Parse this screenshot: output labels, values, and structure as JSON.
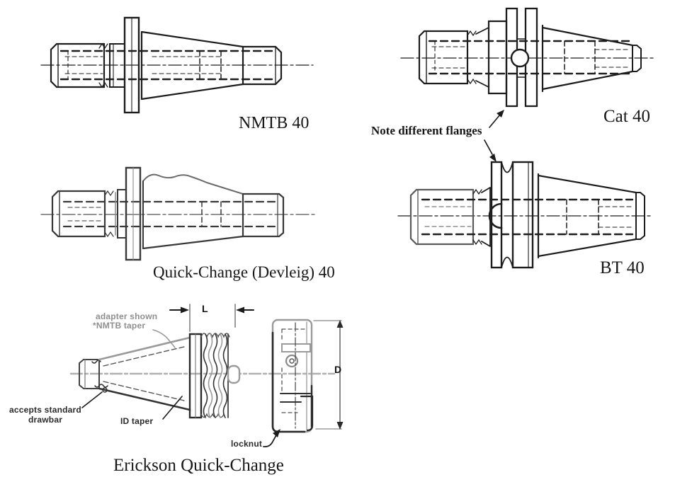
{
  "figure": {
    "title_nmtb": "NMTB 40",
    "title_cat": "Cat 40",
    "title_devleig": "Quick-Change (Devleig) 40",
    "title_bt": "BT 40",
    "title_erickson": "Erickson Quick-Change",
    "note": "Note different flanges",
    "erickson_annotations": {
      "adapter_line1": "adapter shown",
      "adapter_line2": "*NMTB taper",
      "length_dim": "L",
      "accepts_line1": "accepts standard",
      "accepts_line2": "drawbar",
      "id_taper": "ID taper",
      "locknut": "locknut",
      "diameter_dim": "D"
    }
  },
  "colors": {
    "ink": "#1c1c1c",
    "scan_gray": "#9a9a9a",
    "background": "#ffffff"
  }
}
